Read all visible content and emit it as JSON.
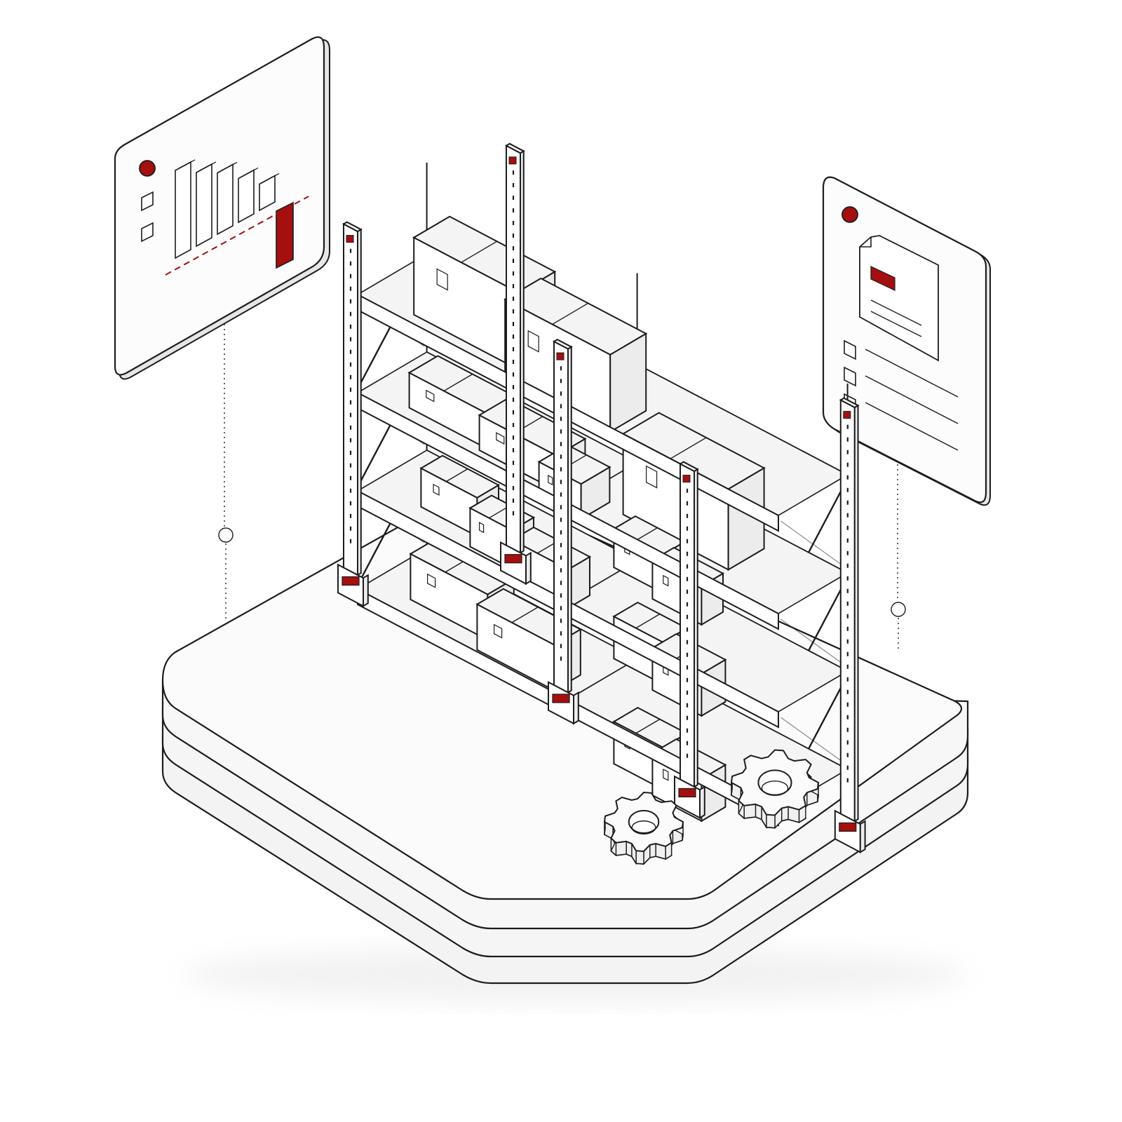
{
  "colors": {
    "background": "#ffffff",
    "stroke": "#1c1c1c",
    "surface": "#f6f6f6",
    "surface_top": "#fbfbfb",
    "accent": "#a50f0f"
  },
  "chart_panel": {
    "icon": "dashboard-chart-panel",
    "accent_dot": "status-dot-icon",
    "checkboxes": 2,
    "bar_levels": [
      1.0,
      0.84,
      0.7,
      0.5,
      0.3
    ],
    "highlight_bar_level": 0.75
  },
  "document_panel": {
    "icon": "document-checklist-panel",
    "accent_dot": "status-dot-icon",
    "checklist_items": 3
  },
  "rack": {
    "icon": "warehouse-shelving-rack",
    "levels": 4,
    "bays": 2
  },
  "gears": [
    "gear-icon",
    "gear-icon"
  ]
}
